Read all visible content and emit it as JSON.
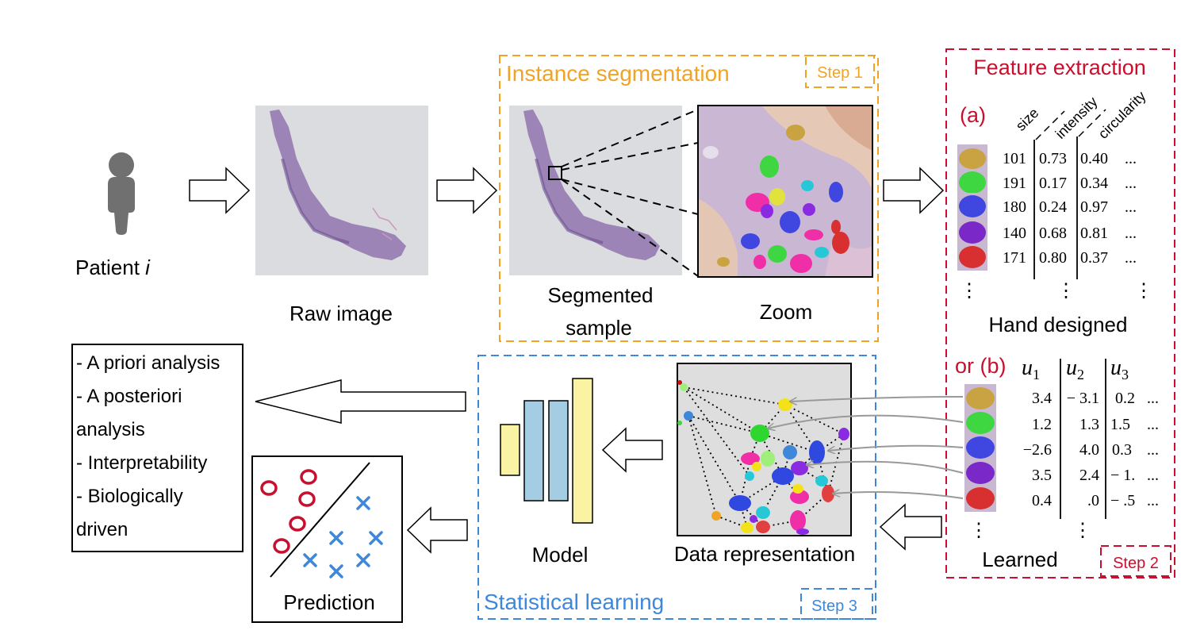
{
  "colors": {
    "step1": "#f0a427",
    "step2": "#c8102e",
    "step3": "#3f87d9",
    "yellow_layer": "#fbf3a4",
    "blue_layer": "#a4cde3",
    "red_marker": "#c8102e",
    "blue_marker": "#3f87d9"
  },
  "patient": {
    "label": "Patient ",
    "index": "i",
    "icon": "person-icon"
  },
  "raw": {
    "label": "Raw image"
  },
  "step1": {
    "title": "Instance segmentation",
    "tag": "Step 1",
    "segmented_line1": "Segmented",
    "segmented_line2": "sample",
    "zoom": "Zoom"
  },
  "step2": {
    "title": "Feature extraction",
    "tag": "Step 2",
    "a_label": "(a)",
    "b_label": "or (b)",
    "a_headers": [
      "size",
      "intensity",
      "circularity"
    ],
    "a_rows": [
      [
        "101",
        "0.73",
        "0.40",
        "..."
      ],
      [
        "191",
        "0.17",
        "0.34",
        "..."
      ],
      [
        "180",
        "0.24",
        "0.97",
        "..."
      ],
      [
        "140",
        "0.68",
        "0.81",
        "..."
      ],
      [
        "171",
        "0.80",
        "0.37",
        "..."
      ]
    ],
    "hand": "Hand designed",
    "b_headers": [
      "u",
      "u",
      "u"
    ],
    "b_subs": [
      "1",
      "2",
      "3"
    ],
    "b_rows": [
      [
        "3.4",
        "− 3.1",
        "0.2",
        "..."
      ],
      [
        "1.2",
        "1.3",
        "1.5",
        "..."
      ],
      [
        "−2.6",
        "4.0",
        "0.3",
        "..."
      ],
      [
        "3.5",
        "2.4",
        "− 1.",
        "..."
      ],
      [
        "0.4",
        ".0",
        "− .5",
        "..."
      ]
    ],
    "learned": "Learned",
    "vdots": "⋮"
  },
  "step3": {
    "title": "Statistical learning",
    "tag": "Step 3",
    "data_rep": "Data representation",
    "model": "Model"
  },
  "outputs": {
    "prediction": "Prediction",
    "analysis": [
      "- A priori analysis",
      "- A posteriori",
      "analysis",
      "- Interpretability",
      "- Biologically",
      "driven"
    ]
  }
}
